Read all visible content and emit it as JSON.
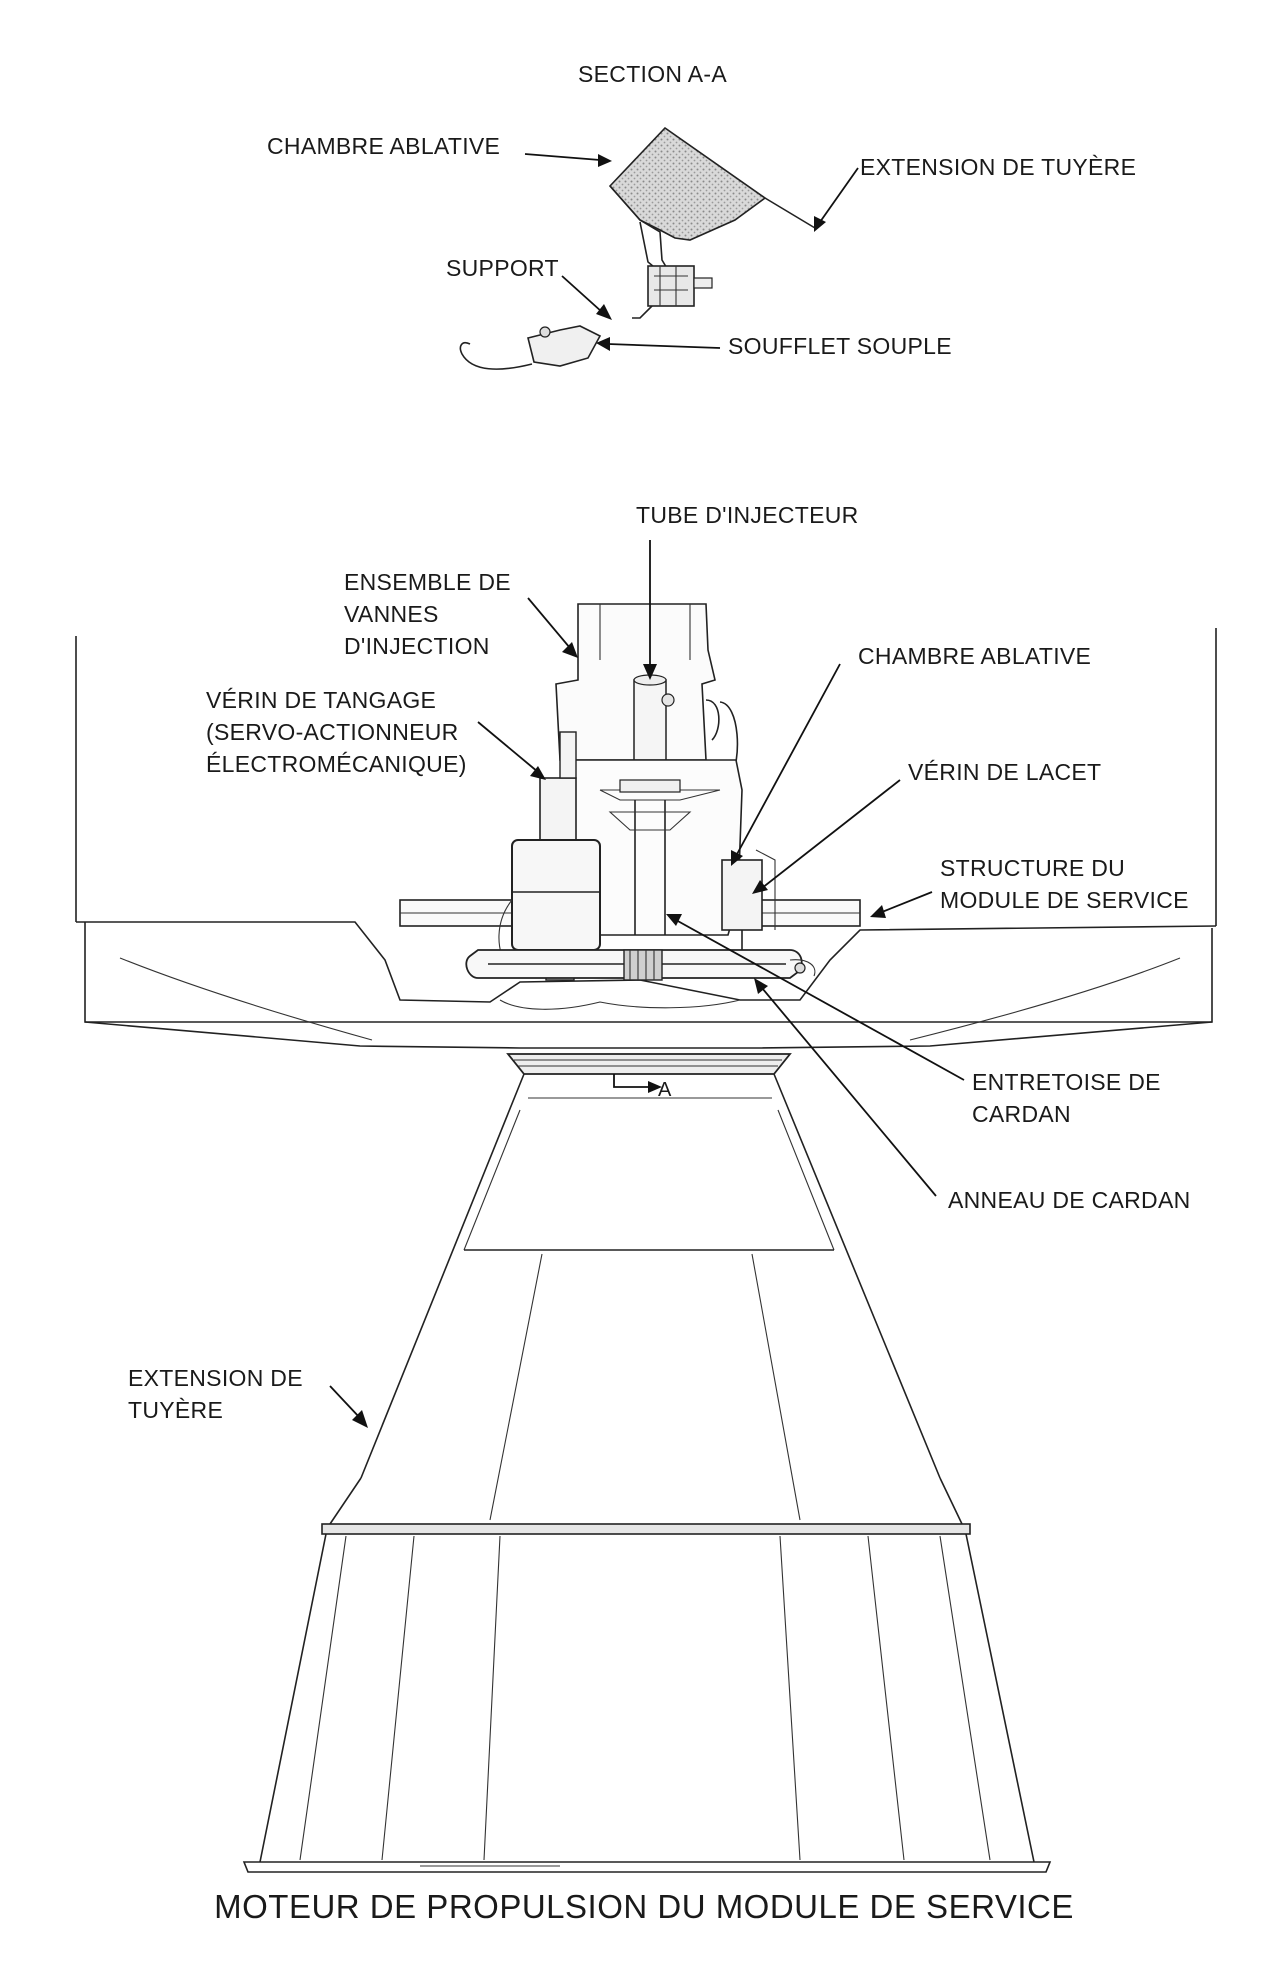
{
  "section_a": {
    "title": "SECTION A-A",
    "chambre_ablative": "CHAMBRE ABLATIVE",
    "extension_tuyere": "EXTENSION DE TUYÈRE",
    "support": "SUPPORT",
    "soufflet_souple": "SOUFFLET SOUPLE"
  },
  "engine": {
    "tube_injecteur": "TUBE D'INJECTEUR",
    "ensemble_vannes": [
      "ENSEMBLE DE",
      "VANNES",
      "D'INJECTION"
    ],
    "chambre_ablative": "CHAMBRE ABLATIVE",
    "verin_tangage": [
      "VÉRIN DE TANGAGE",
      "(SERVO-ACTIONNEUR",
      "ÉLECTROMÉCANIQUE)"
    ],
    "verin_lacet": "VÉRIN DE LACET",
    "structure_module": [
      "STRUCTURE DU",
      "MODULE DE SERVICE"
    ],
    "entretoise_cardan": [
      "ENTRETOISE DE",
      "CARDAN"
    ],
    "anneau_cardan": "ANNEAU DE CARDAN",
    "extension_tuyere": [
      "EXTENSION DE",
      "TUYÈRE"
    ],
    "section_marker": "A"
  },
  "caption": "MOTEUR DE PROPULSION DU MODULE DE SERVICE"
}
